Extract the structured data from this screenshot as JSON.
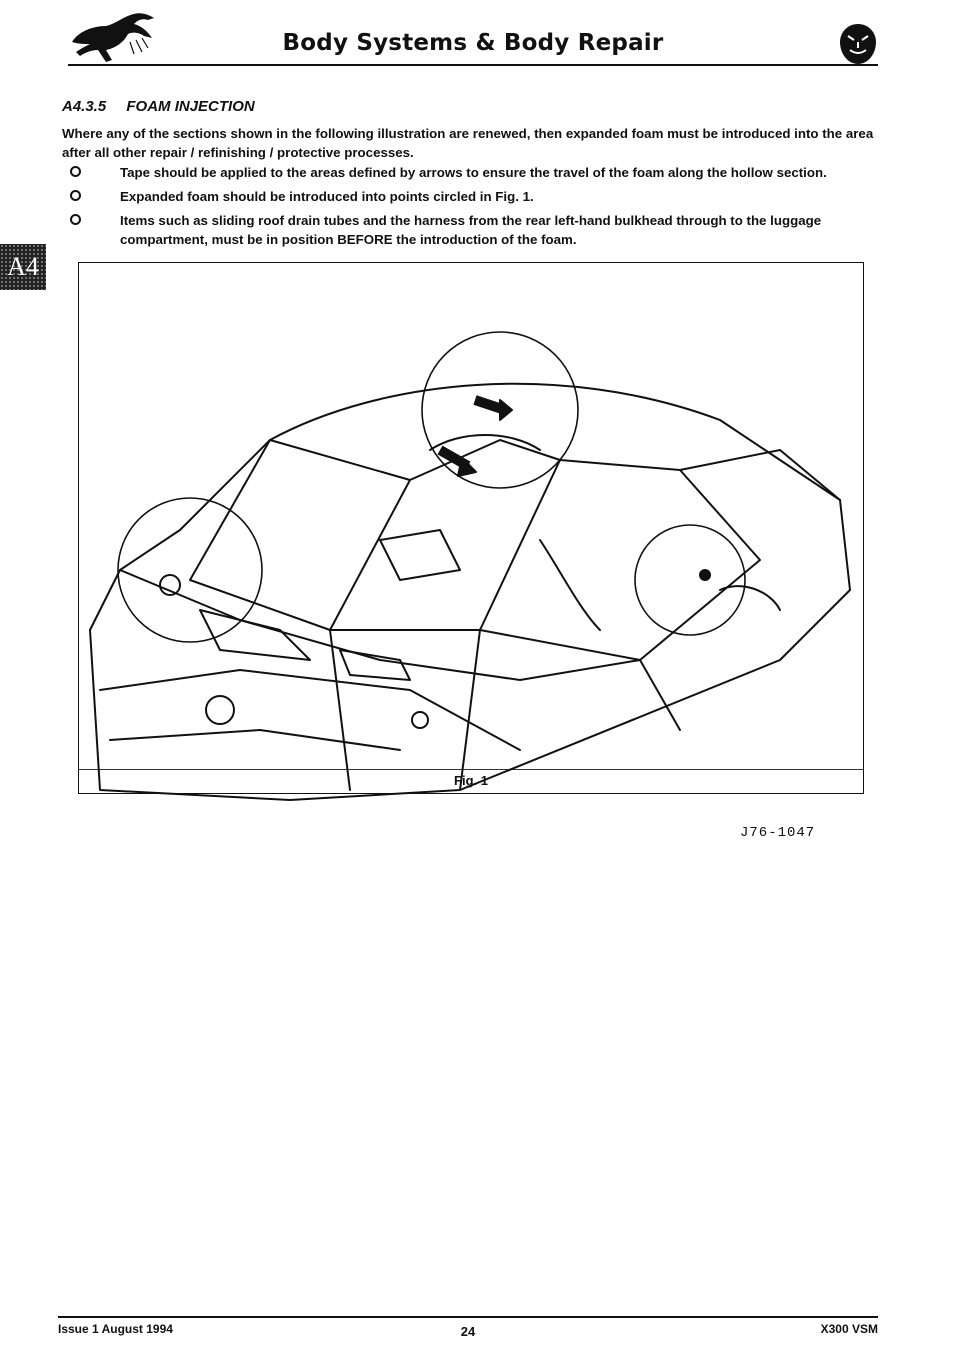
{
  "header": {
    "title": "Body Systems & Body Repair",
    "left_logo_icon": "leaping-jaguar-icon",
    "right_logo_icon": "jaguar-growler-icon"
  },
  "side_tab": {
    "label": "A4"
  },
  "section": {
    "number": "A4.3.5",
    "title": "FOAM INJECTION",
    "intro": "Where any of the sections shown in the following illustration are renewed, then expanded foam must be introduced into the area after all other repair / refinishing / protective processes.",
    "bullet_icon": "circle-bullet-icon",
    "bullets": [
      {
        "text": "Tape should be applied to the areas defined by arrows to ensure the travel of the foam along the hollow section."
      },
      {
        "text": "Expanded foam should be introduced into points circled in Fig. 1."
      },
      {
        "text": "Items such as sliding roof drain tubes and the harness from the rear left-hand bulkhead through to the luggage compartment, must be in position BEFORE the introduction of the foam."
      }
    ]
  },
  "figure": {
    "caption": "Fig. 1",
    "reference": "J76-1047",
    "illustration_icon": "car-body-shell-icon"
  },
  "footer": {
    "issue": "Issue 1 August 1994",
    "page": "24",
    "manual": "X300 VSM"
  }
}
